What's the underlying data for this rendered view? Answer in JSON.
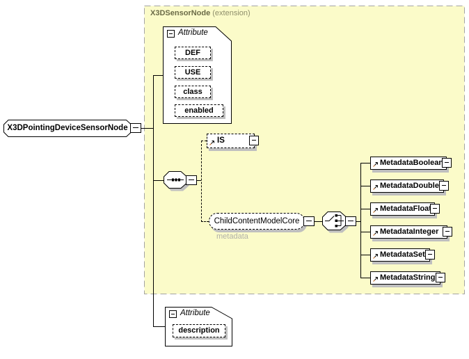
{
  "root_element": {
    "label": "X3DPointingDeviceSensorNode"
  },
  "extension_region": {
    "title": "X3DSensorNode",
    "qualifier": "(extension)"
  },
  "attribute_group_top": {
    "header": "Attribute",
    "attributes": [
      "DEF",
      "USE",
      "class",
      "enabled"
    ]
  },
  "is_element": {
    "label": "IS"
  },
  "child_content_model": {
    "label": "ChildContentModelCore",
    "annotation": "metadata"
  },
  "metadata_elements": [
    "MetadataBoolean",
    "MetadataDouble",
    "MetadataFloat",
    "MetadataInteger",
    "MetadataSet",
    "MetadataString"
  ],
  "attribute_group_bottom": {
    "header": "Attribute",
    "attributes": [
      "description"
    ]
  },
  "colors": {
    "region_fill": "#fbfbc9",
    "region_border": "#a3a3a3",
    "region_title": "#6b6b47",
    "region_qualifier": "#8e8e6b",
    "annotation_text": "#b0b0a8",
    "shadow": "#bfbfbf",
    "line": "#000000"
  }
}
